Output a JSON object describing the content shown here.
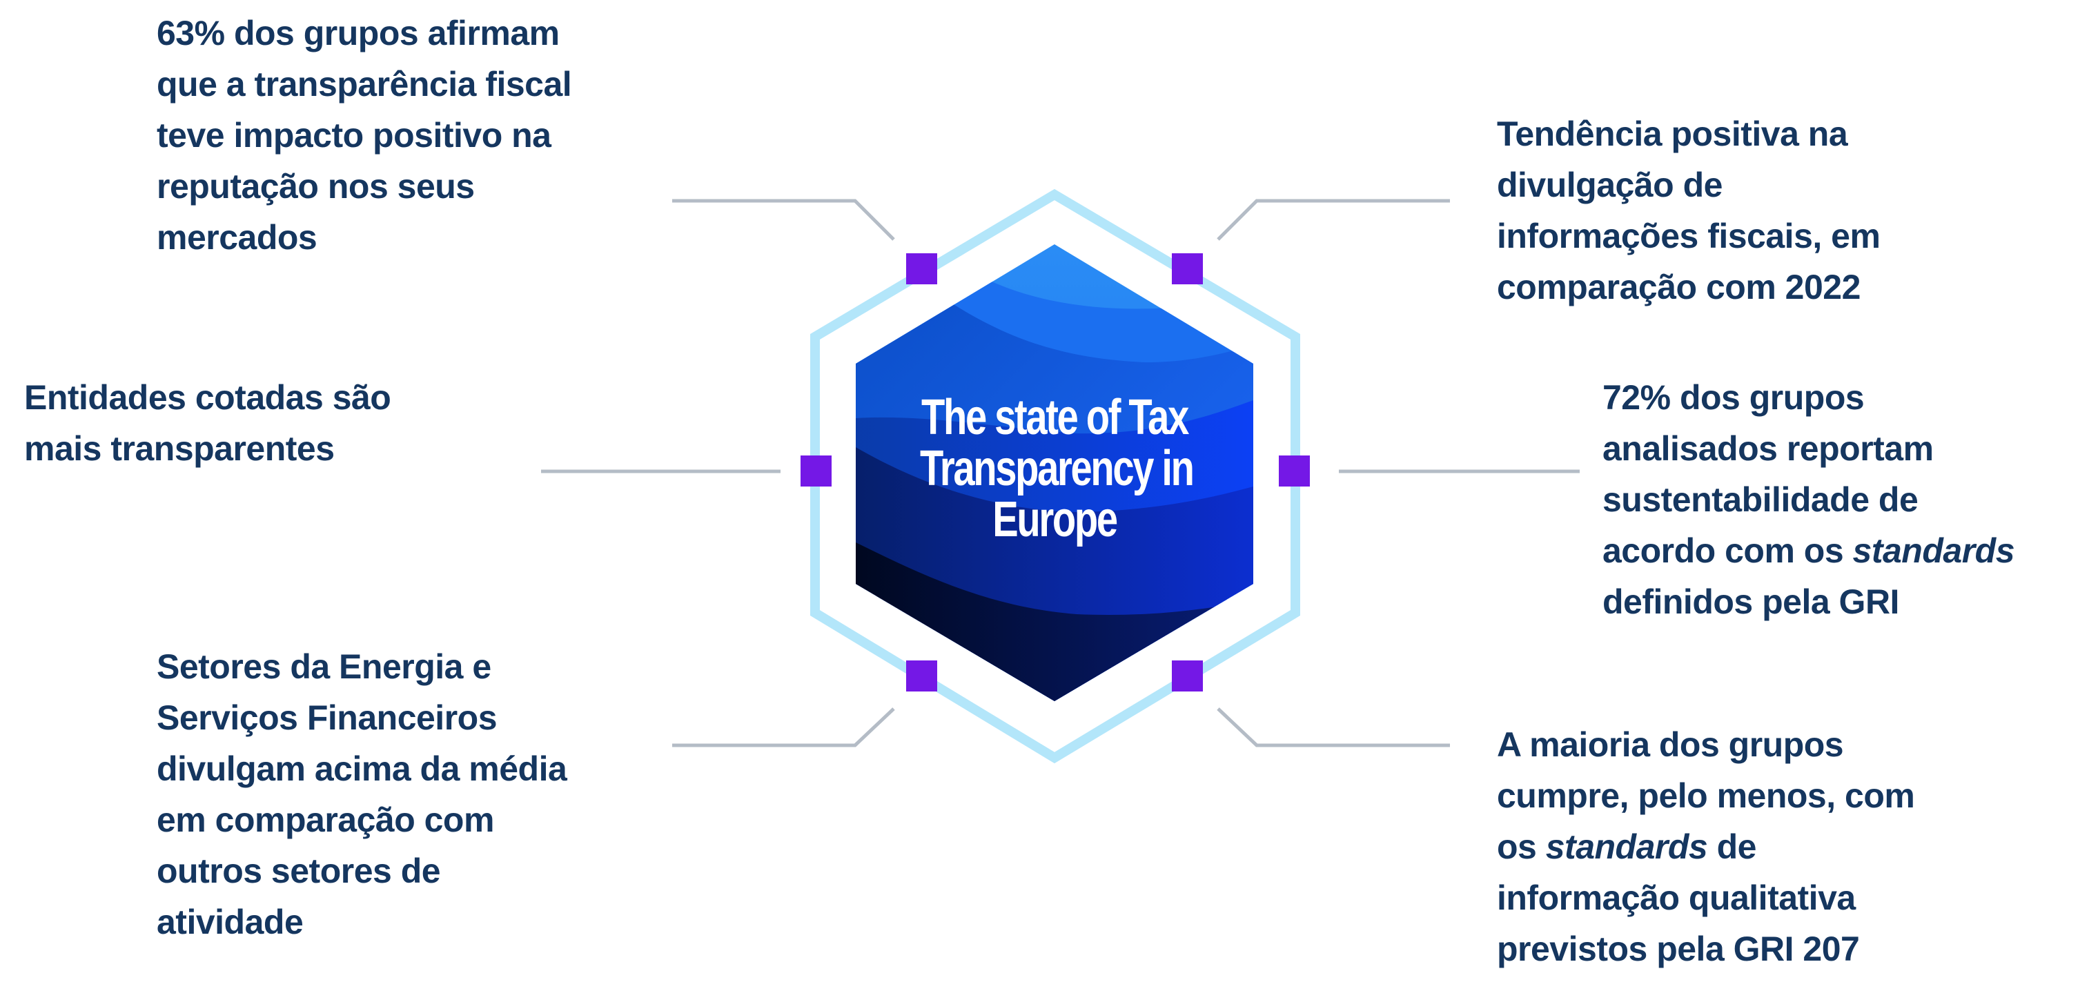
{
  "title": {
    "lines": [
      "The state of Tax",
      "Transparency in",
      "Europe"
    ]
  },
  "callouts": {
    "top_left": {
      "lines": [
        "63% dos grupos afirmam",
        "que a transparência fiscal",
        "teve impacto positivo na",
        "reputação nos seus",
        "mercados"
      ]
    },
    "top_right": {
      "lines": [
        "Tendência positiva na",
        "divulgação de",
        "informações fiscais, em",
        "comparação com 2022"
      ]
    },
    "middle_left": {
      "lines": [
        "Entidades cotadas são",
        "mais transparentes"
      ]
    },
    "middle_right": {
      "lines": [
        "72% dos grupos",
        "analisados reportam",
        "sustentabilidade de"
      ],
      "line4_pre": "acordo com os ",
      "line4_em": "standards",
      "line5": "definidos pela GRI"
    },
    "bottom_left": {
      "lines": [
        "Setores da Energia e",
        "Serviços Financeiros",
        "divulgam acima da média",
        "em comparação com",
        "outros setores de",
        "atividade"
      ]
    },
    "bottom_right": {
      "lines": [
        "A maioria dos grupos",
        "cumpre, pelo menos, com"
      ],
      "line3_pre": "os ",
      "line3_em": "standards",
      "line3_post": " de",
      "line4": "informação qualitativa",
      "line5": "previstos pela GRI 207"
    }
  },
  "colors": {
    "text": "#15365f",
    "hex_outline": "#b3e6fa",
    "marker": "#7418e6",
    "connector": "#b4bcc6"
  }
}
